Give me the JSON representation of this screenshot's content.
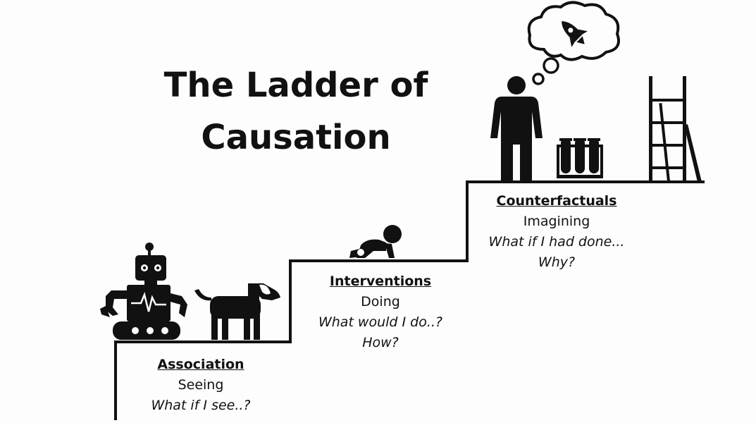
{
  "title_line1": "The Ladder of",
  "title_line2": "Causation",
  "rungs": [
    {
      "heading": "Association",
      "activity": "Seeing",
      "questions": [
        "What if I see..?"
      ]
    },
    {
      "heading": "Interventions",
      "activity": "Doing",
      "questions": [
        "What would I do..?",
        "How?"
      ]
    },
    {
      "heading": "Counterfactuals",
      "activity": "Imagining",
      "questions": [
        "What if I had done...",
        "Why?"
      ]
    }
  ],
  "icons": [
    "robot-icon",
    "dog-icon",
    "crawling-baby-icon",
    "person-icon",
    "test-tubes-icon",
    "ladder-icon",
    "thought-bubble-icon",
    "rocket-icon"
  ],
  "colors": {
    "ink": "#111111",
    "background": "#fdfdfd"
  }
}
